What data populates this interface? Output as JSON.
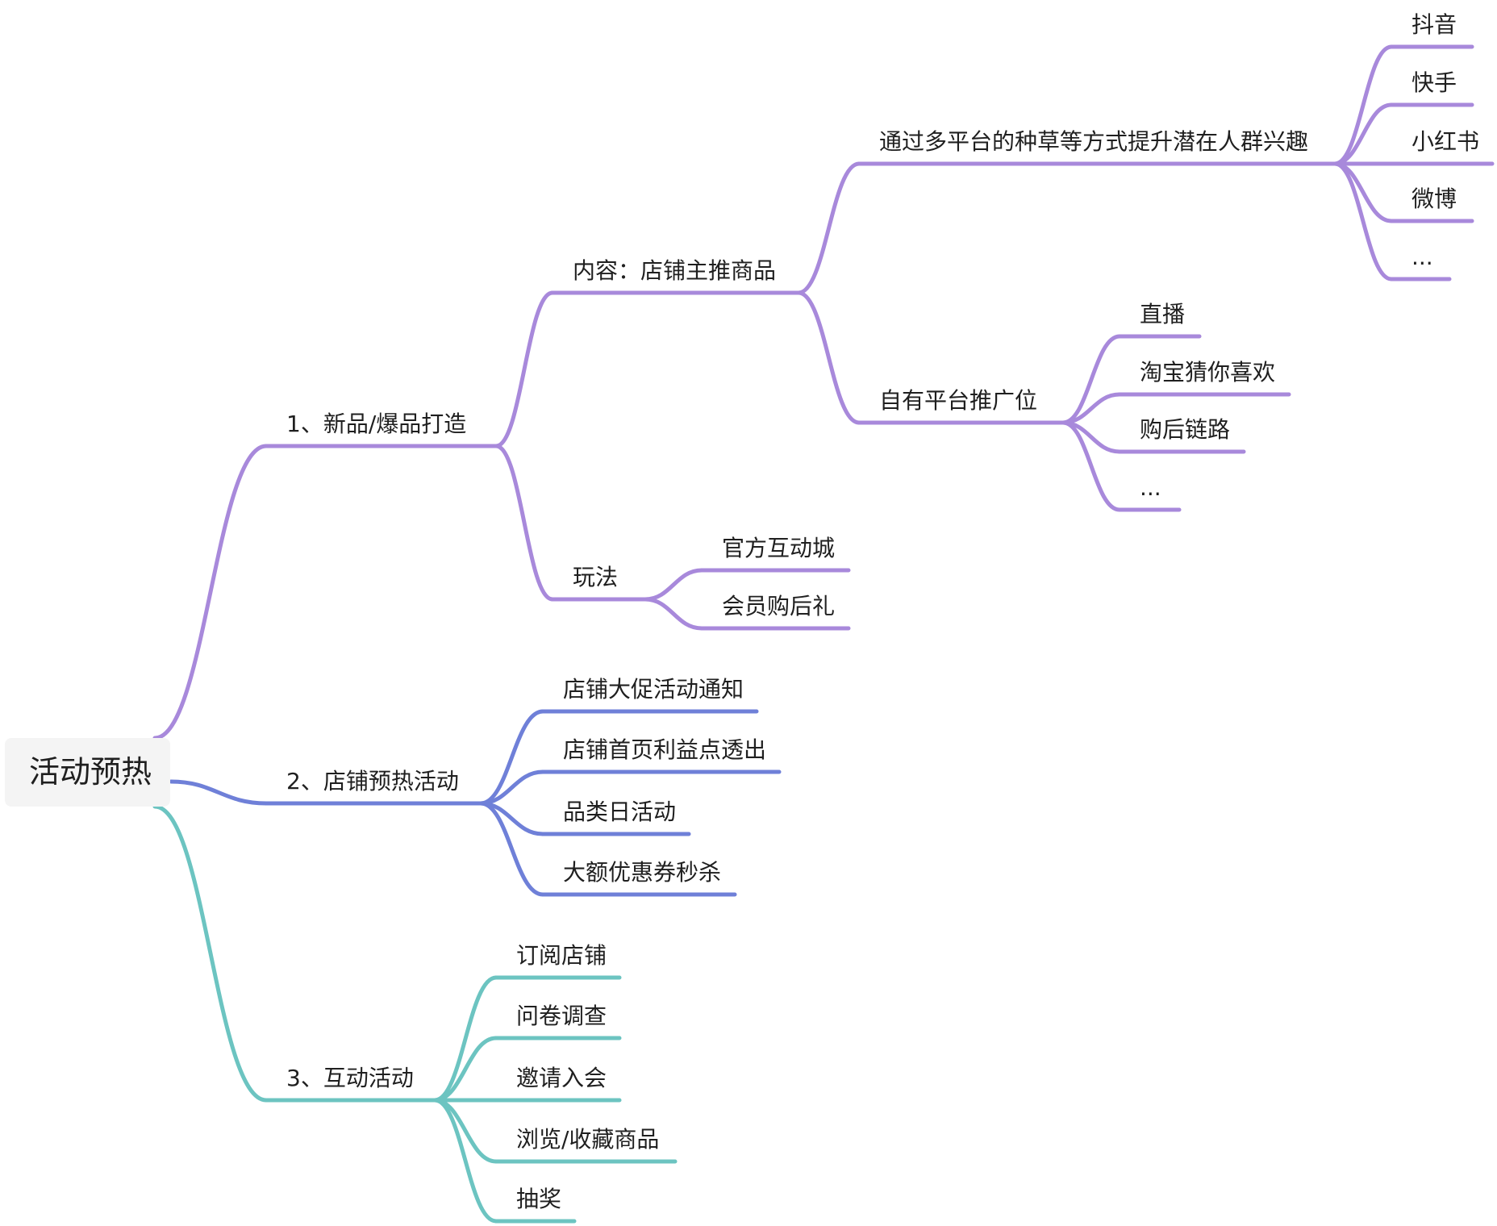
{
  "colors": {
    "branch_1": "#a889db",
    "branch_2": "#6f80d8",
    "branch_3": "#6cc4c1",
    "root_fill": "#f4f4f4",
    "text": "#1f1f1f"
  },
  "mindmap": {
    "root": "活动预热",
    "branches": [
      {
        "id": "new-hot-products",
        "label": "1、新品/爆品打造",
        "children": [
          {
            "id": "content",
            "label": "内容：店铺主推商品",
            "children": [
              {
                "id": "multi-platform-seeding",
                "label": "通过多平台的种草等方式提升潜在人群兴趣",
                "children": [
                  {
                    "id": "douyin",
                    "label": "抖音"
                  },
                  {
                    "id": "kuaishou",
                    "label": "快手"
                  },
                  {
                    "id": "xiaohongshu",
                    "label": "小红书"
                  },
                  {
                    "id": "weibo",
                    "label": "微博"
                  },
                  {
                    "id": "more-platforms",
                    "label": "..."
                  }
                ]
              },
              {
                "id": "own-platform-slots",
                "label": "自有平台推广位",
                "children": [
                  {
                    "id": "live",
                    "label": "直播"
                  },
                  {
                    "id": "taobao-guess",
                    "label": "淘宝猜你喜欢"
                  },
                  {
                    "id": "post-purchase-link",
                    "label": "购后链路"
                  },
                  {
                    "id": "more-slots",
                    "label": "..."
                  }
                ]
              }
            ]
          },
          {
            "id": "gameplay",
            "label": "玩法",
            "children": [
              {
                "id": "official-interactive-city",
                "label": "官方互动城"
              },
              {
                "id": "member-gift",
                "label": "会员购后礼"
              }
            ]
          }
        ]
      },
      {
        "id": "store-warmup",
        "label": "2、店铺预热活动",
        "children": [
          {
            "id": "promo-notice",
            "label": "店铺大促活动通知"
          },
          {
            "id": "homepage-benefits",
            "label": "店铺首页利益点透出"
          },
          {
            "id": "category-day",
            "label": "品类日活动"
          },
          {
            "id": "coupon-flash",
            "label": "大额优惠券秒杀"
          }
        ]
      },
      {
        "id": "interactive",
        "label": "3、互动活动",
        "children": [
          {
            "id": "subscribe-store",
            "label": "订阅店铺"
          },
          {
            "id": "survey",
            "label": "问卷调查"
          },
          {
            "id": "invite-join",
            "label": "邀请入会"
          },
          {
            "id": "browse-favorite",
            "label": "浏览/收藏商品"
          },
          {
            "id": "lottery",
            "label": "抽奖"
          }
        ]
      }
    ]
  }
}
